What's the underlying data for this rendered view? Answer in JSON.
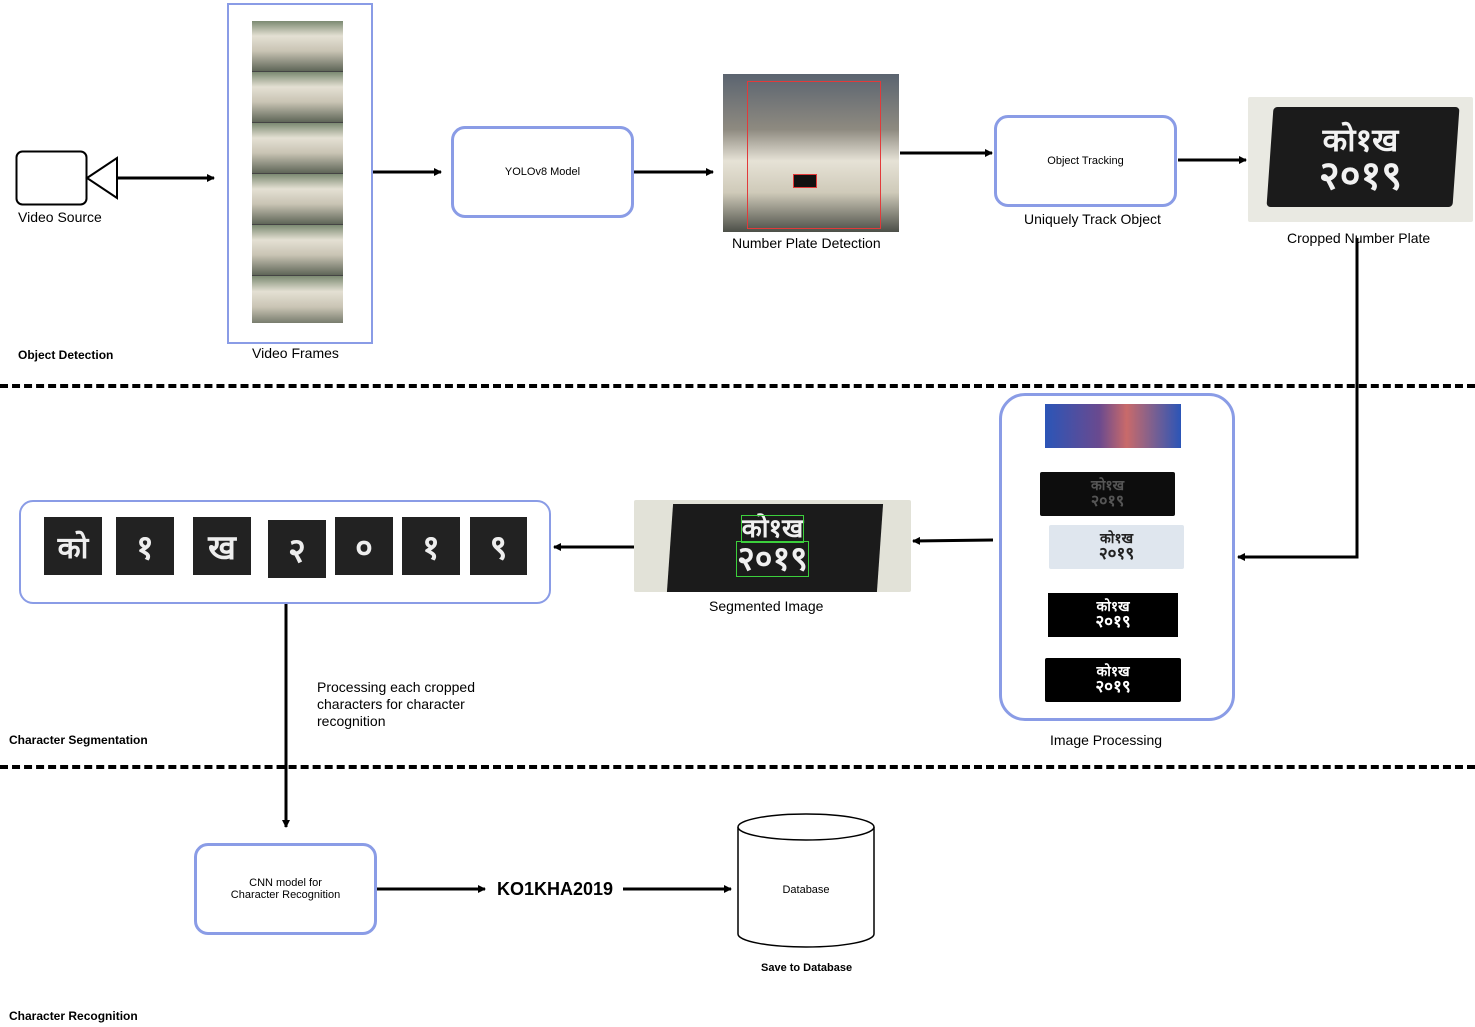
{
  "sections": {
    "object_detection": "Object Detection",
    "character_segmentation": "Character Segmentation",
    "character_recognition": "Character Recognition"
  },
  "stage1": {
    "video_source": "Video Source",
    "video_frames": "Video Frames",
    "yolo_model": "YOLOv8 Model",
    "number_plate_detection": "Number Plate Detection",
    "object_tracking": "Object Tracking",
    "uniquely_track": "Uniquely Track Object",
    "cropped_plate": "Cropped Number Plate"
  },
  "stage2": {
    "segmented_image": "Segmented Image",
    "image_processing": "Image Processing",
    "processing_note": [
      "Processing each cropped",
      "characters for character",
      "recognition"
    ]
  },
  "stage3": {
    "cnn_model": [
      "CNN model for",
      "Character Recognition"
    ],
    "result": "KO1KHA2019",
    "database": "Database",
    "save_to_db": "Save to Database"
  },
  "plate_text": {
    "line1": "को१ख",
    "line2": "२०१९"
  },
  "characters": [
    "को",
    "१",
    "ख",
    "२",
    "०",
    "१",
    "९"
  ],
  "colors": {
    "box_border": "#8a9ce6",
    "arrow": "#000000"
  }
}
